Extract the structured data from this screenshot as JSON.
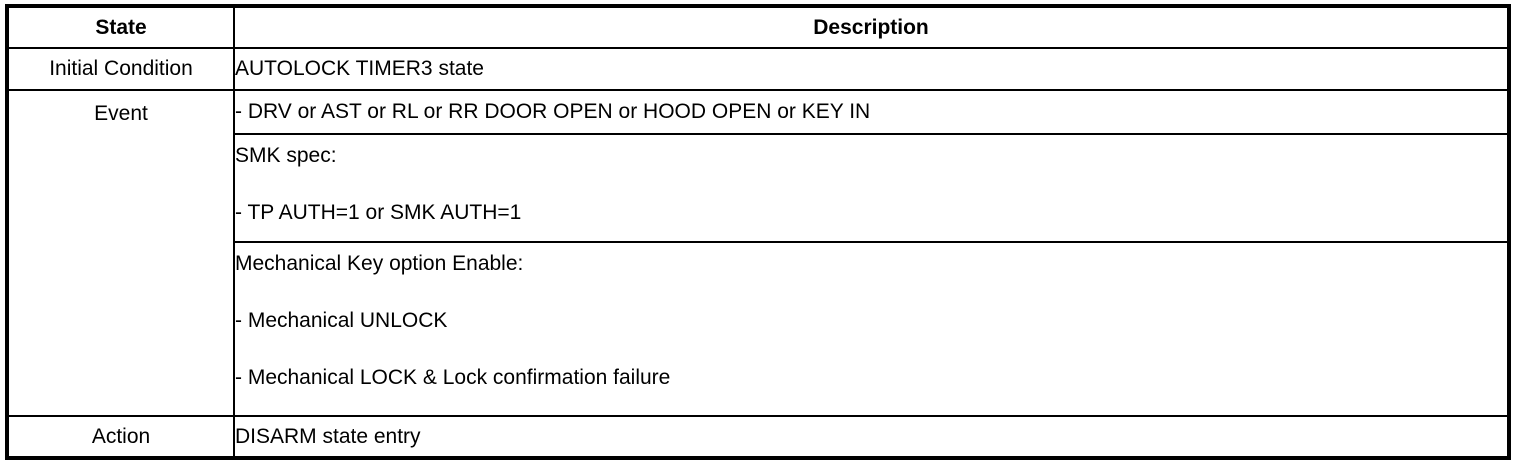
{
  "table": {
    "header": {
      "state": "State",
      "description": "Description"
    },
    "rows": {
      "initial_condition": {
        "label": "Initial Condition",
        "description": "AUTOLOCK TIMER3 state"
      },
      "event": {
        "label": "Event",
        "sub_rows": [
          {
            "lines": [
              "- DRV or AST or RL or RR DOOR OPEN or HOOD OPEN or KEY IN"
            ]
          },
          {
            "lines": [
              "SMK spec:",
              "- TP AUTH=1 or SMK AUTH=1"
            ]
          },
          {
            "lines": [
              "Mechanical Key option Enable:",
              "- Mechanical UNLOCK",
              "- Mechanical LOCK & Lock confirmation failure"
            ]
          }
        ]
      },
      "action": {
        "label": "Action",
        "description": "DISARM state entry"
      }
    },
    "colors": {
      "border": "#000000",
      "text": "#000000",
      "background": "#ffffff"
    }
  }
}
